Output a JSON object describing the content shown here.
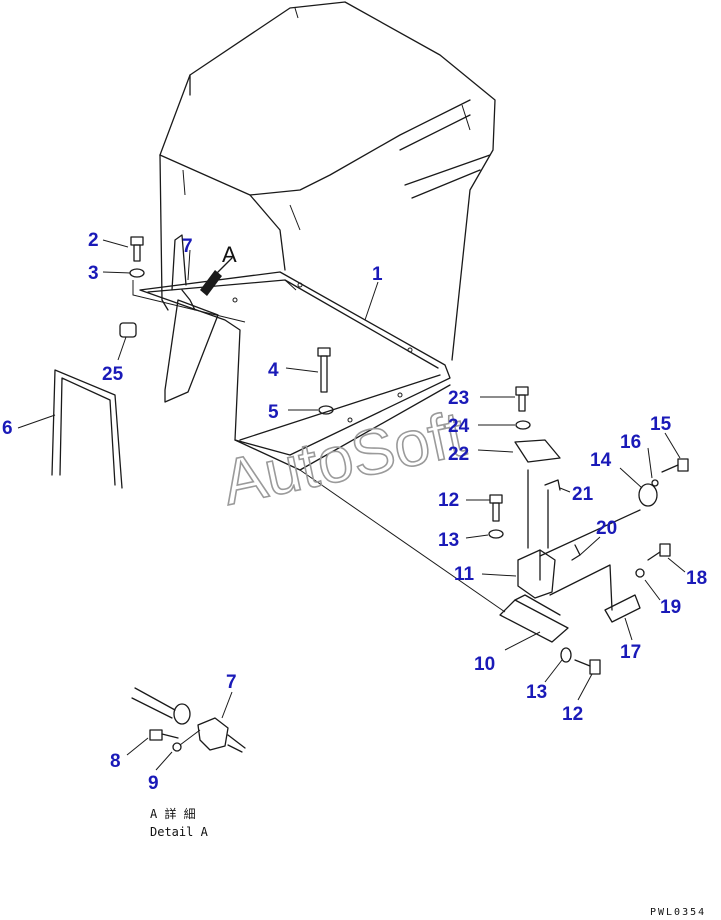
{
  "callouts": [
    {
      "id": "1",
      "text": "1"
    },
    {
      "id": "2",
      "text": "2"
    },
    {
      "id": "3",
      "text": "3"
    },
    {
      "id": "4",
      "text": "4"
    },
    {
      "id": "5",
      "text": "5"
    },
    {
      "id": "6",
      "text": "6"
    },
    {
      "id": "7a",
      "text": "7"
    },
    {
      "id": "7b",
      "text": "7"
    },
    {
      "id": "8",
      "text": "8"
    },
    {
      "id": "9",
      "text": "9"
    },
    {
      "id": "10",
      "text": "10"
    },
    {
      "id": "11",
      "text": "11"
    },
    {
      "id": "12a",
      "text": "12"
    },
    {
      "id": "12b",
      "text": "12"
    },
    {
      "id": "13a",
      "text": "13"
    },
    {
      "id": "13b",
      "text": "13"
    },
    {
      "id": "14",
      "text": "14"
    },
    {
      "id": "15",
      "text": "15"
    },
    {
      "id": "16",
      "text": "16"
    },
    {
      "id": "17",
      "text": "17"
    },
    {
      "id": "18",
      "text": "18"
    },
    {
      "id": "19",
      "text": "19"
    },
    {
      "id": "20",
      "text": "20"
    },
    {
      "id": "21",
      "text": "21"
    },
    {
      "id": "22",
      "text": "22"
    },
    {
      "id": "23",
      "text": "23"
    },
    {
      "id": "24",
      "text": "24"
    },
    {
      "id": "25",
      "text": "25"
    }
  ],
  "view_marker": "A",
  "detail_caption_jp": "A 詳 細",
  "detail_caption_en": "Detail A",
  "drawing_number": "PWL0354",
  "watermark": "AutoSoft",
  "colors": {
    "callout": "#1a1ab8",
    "line": "#1a1a1a",
    "watermark": "#9a9a9a"
  }
}
